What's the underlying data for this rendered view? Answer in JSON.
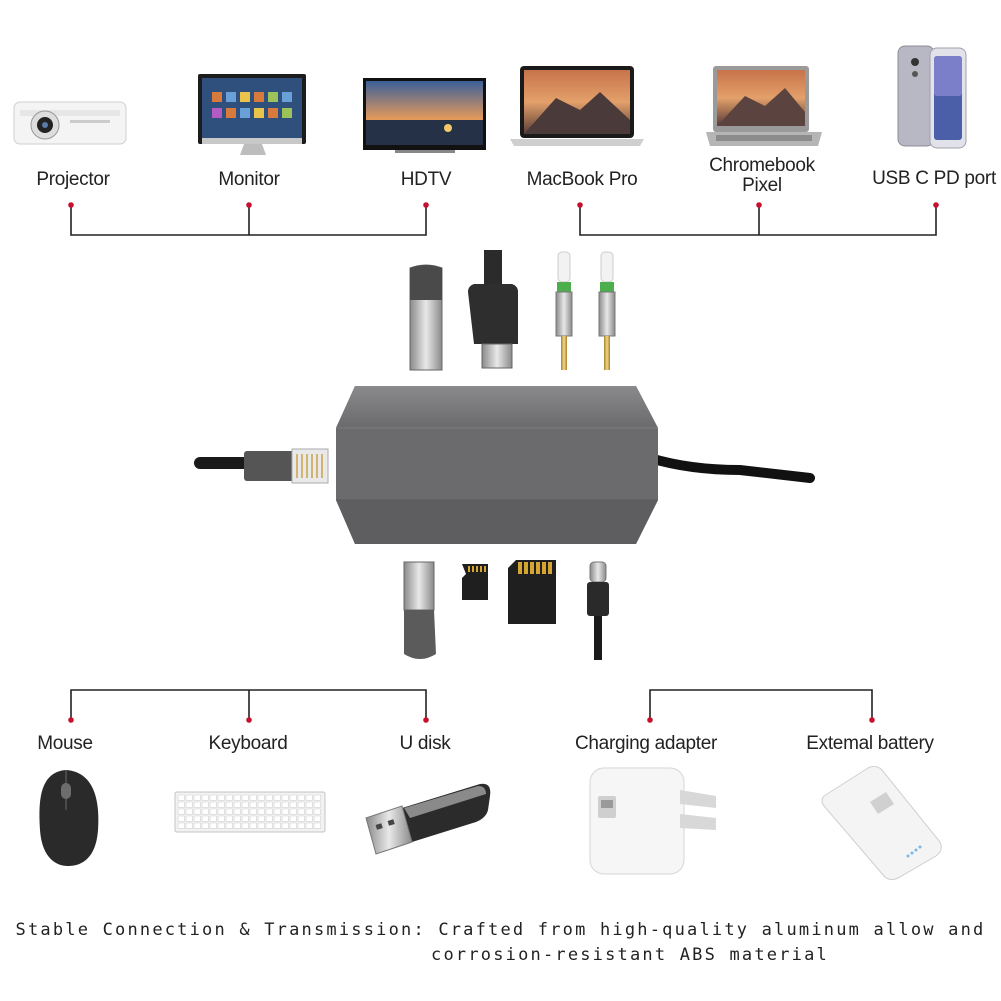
{
  "devices_top": [
    {
      "label": "Projector",
      "icon": "projector-icon"
    },
    {
      "label": "Monitor",
      "icon": "monitor-icon"
    },
    {
      "label": "HDTV",
      "icon": "hdtv-icon"
    },
    {
      "label": "MacBook Pro",
      "icon": "macbook-icon"
    },
    {
      "label": "Chromebook",
      "label2": "Pixel",
      "icon": "chromebook-icon"
    },
    {
      "label": "USB C PD port",
      "icon": "phone-icon"
    }
  ],
  "devices_bottom": [
    {
      "label": "Mouse",
      "icon": "mouse-icon"
    },
    {
      "label": "Keyboard",
      "icon": "keyboard-icon"
    },
    {
      "label": "U disk",
      "icon": "usb-drive-icon"
    },
    {
      "label": "Charging adapter",
      "icon": "charger-icon"
    },
    {
      "label": "Extemal battery",
      "icon": "power-bank-icon"
    }
  ],
  "caption": {
    "line1": "Stable Connection & Transmission: Crafted from high-quality aluminum allow and",
    "line2": "corrosion-resistant ABS material"
  },
  "colors": {
    "connector_dot": "#c8102e",
    "hub_body": "#6b6b6e",
    "line": "#222222"
  }
}
